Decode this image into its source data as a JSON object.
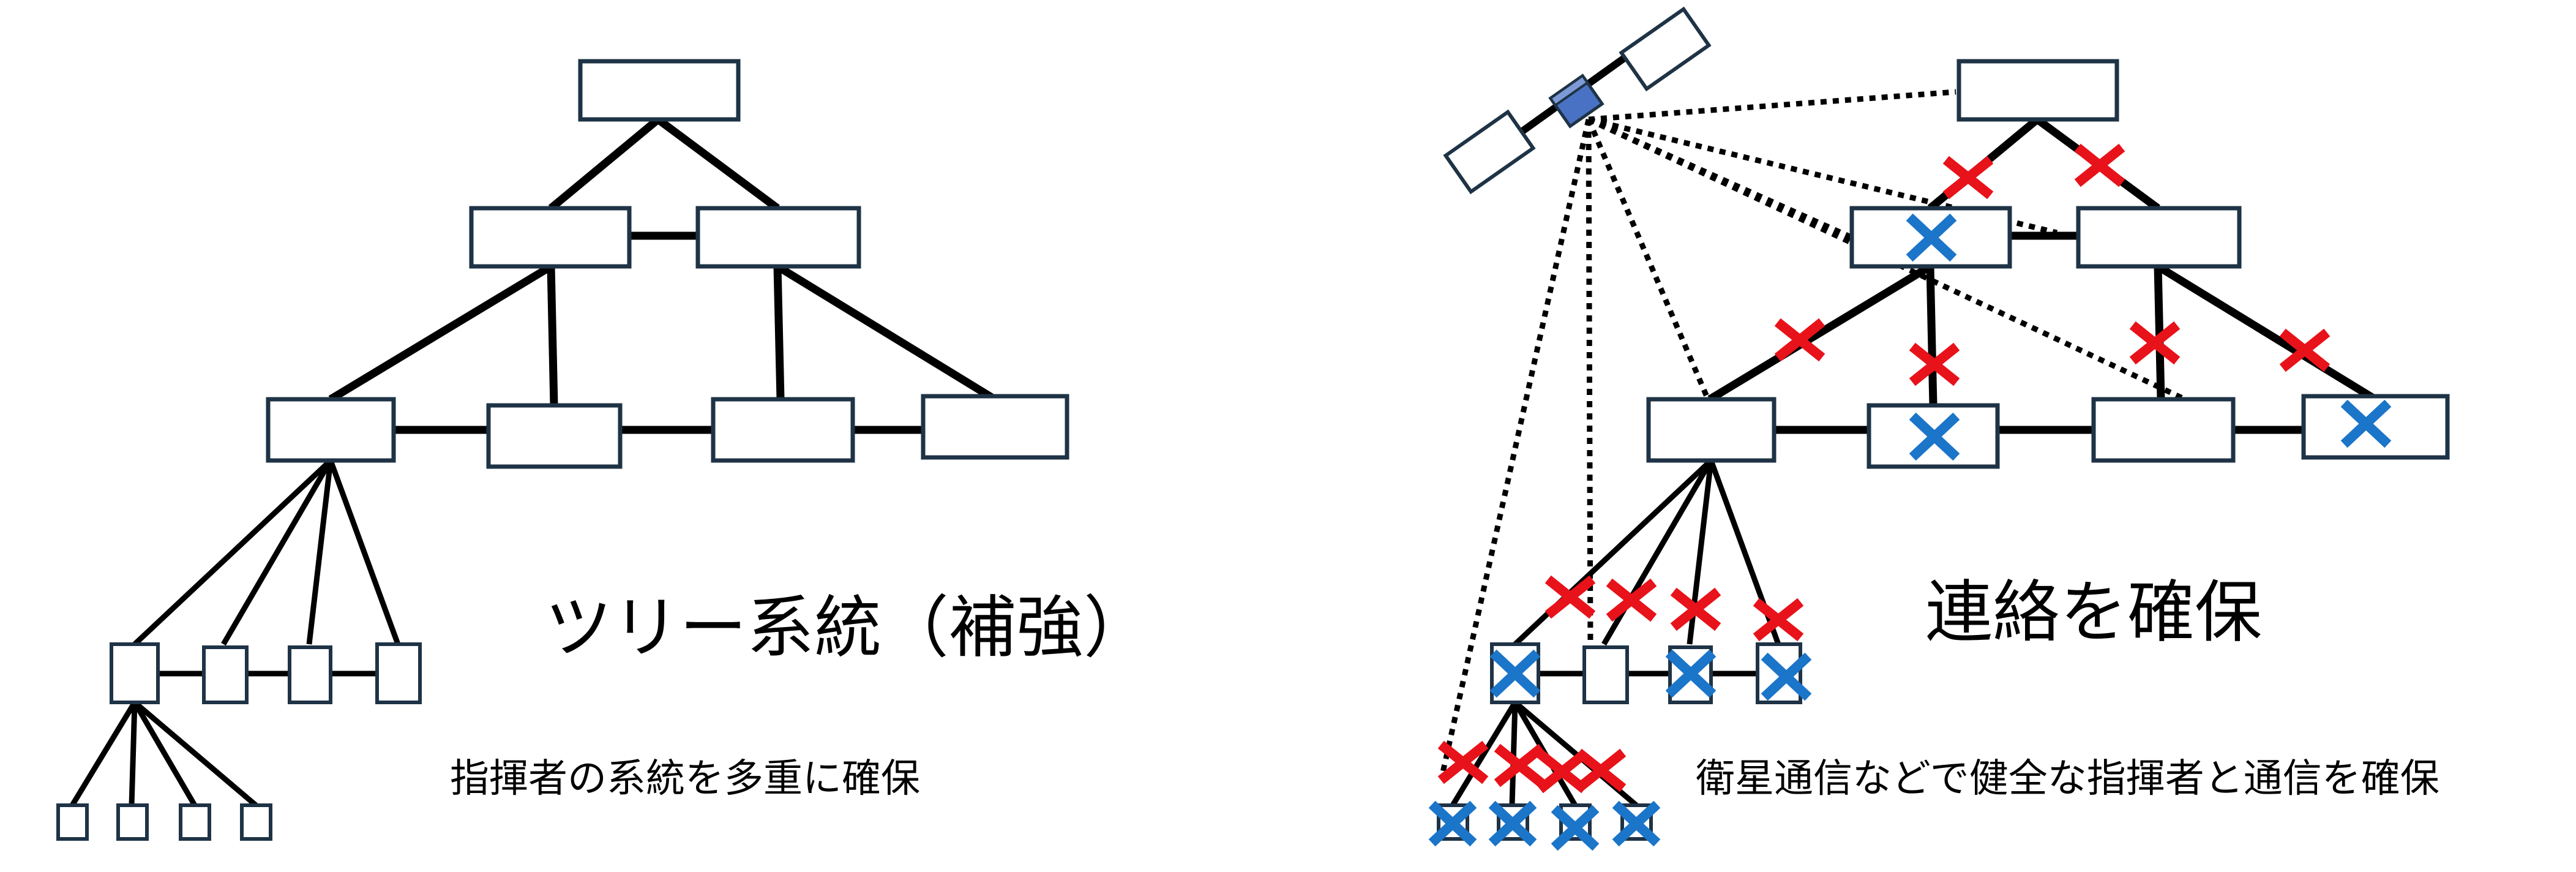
{
  "left_panel": {
    "title": "ツリー系統（補強）",
    "subtitle": "指揮者の系統を多重に確保"
  },
  "right_panel": {
    "title": "連絡を確保",
    "subtitle": "衛星通信などで健全な指揮者と通信を確保"
  },
  "colors": {
    "node_border": "#1f3346",
    "link": "#000000",
    "failed_link_mark": "#e8121a",
    "failed_node_mark": "#1b75c9",
    "satellite_body": "#4a72c4"
  },
  "icons": {
    "satellite": "satellite-icon",
    "failed_link": "red-x-icon",
    "failed_node": "blue-x-icon"
  }
}
